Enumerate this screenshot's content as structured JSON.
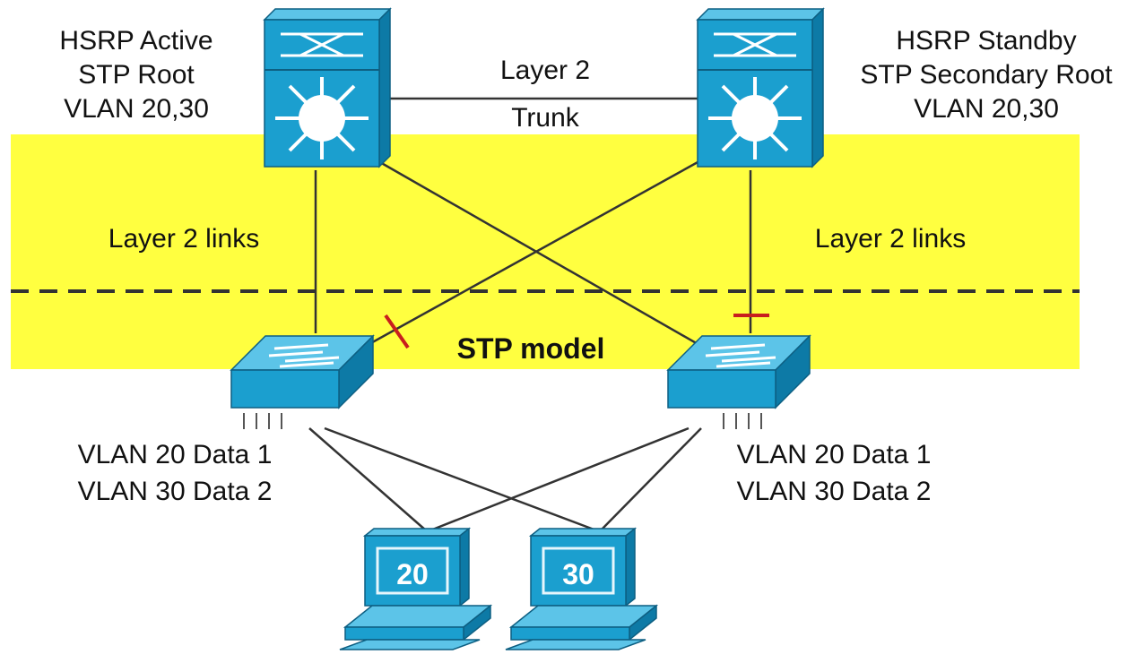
{
  "colors": {
    "band": "#ffff40",
    "device_front": "#1b9fcf",
    "device_top": "#5cc4e8",
    "device_side": "#0d7aa6",
    "blocked_port": "#c81e1e",
    "link": "#333333"
  },
  "labels": {
    "active": [
      "HSRP Active",
      "STP Root",
      "VLAN 20,30"
    ],
    "standby": [
      "HSRP Standby",
      "STP Secondary Root",
      "VLAN 20,30"
    ],
    "trunk": [
      "Layer 2",
      "Trunk"
    ],
    "links_left": "Layer 2 links",
    "links_right": "Layer 2 links",
    "model": "STP model",
    "access_left": [
      "VLAN 20 Data 1",
      "VLAN 30 Data 2"
    ],
    "access_right": [
      "VLAN 20 Data 1",
      "VLAN 30 Data 2"
    ],
    "pc_left": "20",
    "pc_right": "30"
  },
  "icons": {
    "distribution": "multilayer-switch-icon",
    "access": "workgroup-switch-icon",
    "host": "workstation-icon",
    "blocked": "blocked-port-icon"
  }
}
